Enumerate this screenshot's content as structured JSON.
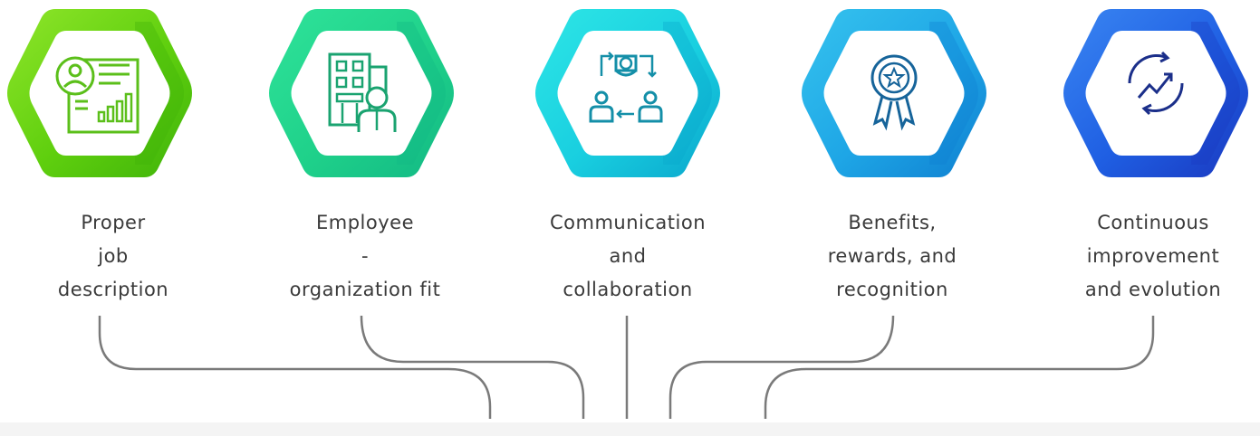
{
  "items": [
    {
      "icon": "job-description-icon",
      "lines": [
        "Proper",
        "job",
        "description"
      ],
      "colors": {
        "light": "#8fe52a",
        "main": "#5fcf0e",
        "dark": "#3fb30a",
        "icon": "#5bbf1a"
      }
    },
    {
      "icon": "building-employee-icon",
      "lines": [
        "Employee",
        "-",
        "organization fit"
      ],
      "colors": {
        "light": "#2fe39a",
        "main": "#1fd18a",
        "dark": "#12b884",
        "icon": "#1aa370"
      }
    },
    {
      "icon": "collaboration-icon",
      "lines": [
        "Communication",
        "and",
        "collaboration"
      ],
      "colors": {
        "light": "#2ee6e6",
        "main": "#19cfe0",
        "dark": "#0aa6cc",
        "icon": "#148fa8"
      }
    },
    {
      "icon": "award-ribbon-icon",
      "lines": [
        "Benefits,",
        "rewards, and",
        "recognition"
      ],
      "colors": {
        "light": "#36c3ee",
        "main": "#1ea6e6",
        "dark": "#0f7fd0",
        "icon": "#16649a"
      }
    },
    {
      "icon": "growth-cycle-icon",
      "lines": [
        "Continuous",
        "improvement",
        "and evolution"
      ],
      "colors": {
        "light": "#3a86f2",
        "main": "#1f5fe3",
        "dark": "#1a38bf",
        "icon": "#1b2f8a"
      }
    }
  ],
  "connector_color": "#7a7a7a"
}
